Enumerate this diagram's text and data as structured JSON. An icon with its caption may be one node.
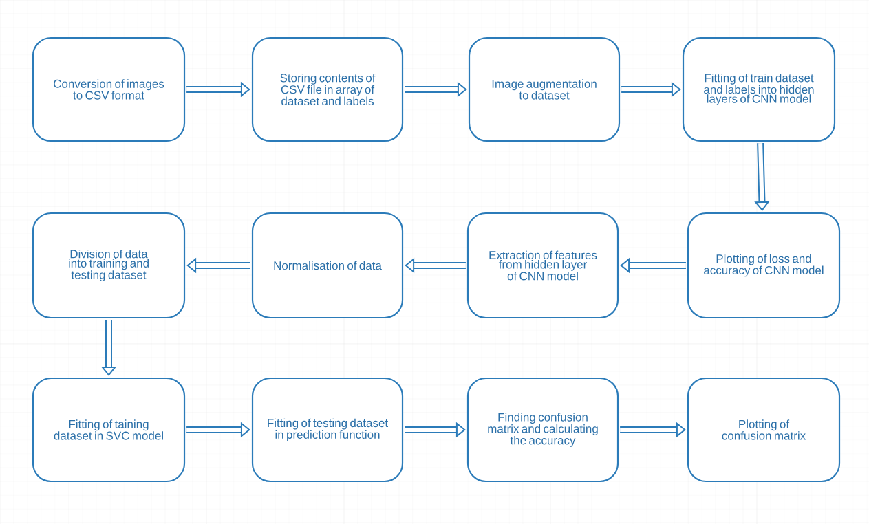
{
  "diagram": {
    "nodes": [
      {
        "text": [
          "Conversion of images to CSV format"
        ]
      },
      {
        "text": [
          "Storing contents of CSV file in array of dataset and labels"
        ]
      },
      {
        "text": [
          "Image augmentation to dataset"
        ]
      },
      {
        "text": [
          "Fitting of train dataset and labels into hidden layers of CNN model"
        ]
      },
      {
        "text": [
          "Plotting of loss and accuracy of CNN model"
        ]
      },
      {
        "text": [
          "Extraction of features from hidden layer of CNN model"
        ]
      },
      {
        "text": [
          "Normalisation of data"
        ]
      },
      {
        "text": [
          "Division of data into training and testing dataset"
        ]
      },
      {
        "text": [
          "Fitting of taining dataset in SVC model"
        ]
      },
      {
        "text": [
          "Fitting of testing dataset in prediction function"
        ]
      },
      {
        "text": [
          "Finding confusion matrix and calculating the accuracy"
        ]
      },
      {
        "text": [
          "Plotting of confusion matrix"
        ]
      }
    ],
    "edges": [
      {
        "from": 0,
        "to": 1,
        "arrow": "to"
      },
      {
        "from": 1,
        "to": 2,
        "arrow": "to"
      },
      {
        "from": 2,
        "to": 3,
        "arrow": "to"
      },
      {
        "from": 3,
        "to": 4,
        "arrow": "to"
      },
      {
        "from": 4,
        "to": 5,
        "arrow": "to"
      },
      {
        "from": 5,
        "to": 6,
        "arrow": "to"
      },
      {
        "from": 6,
        "to": 7,
        "arrow": "to"
      },
      {
        "from": 7,
        "to": 8,
        "arrow": "to"
      },
      {
        "from": 8,
        "to": 9,
        "arrow": "to"
      },
      {
        "from": 9,
        "to": 10,
        "arrow": "to"
      },
      {
        "from": 10,
        "to": 11,
        "arrow": "to"
      }
    ]
  }
}
